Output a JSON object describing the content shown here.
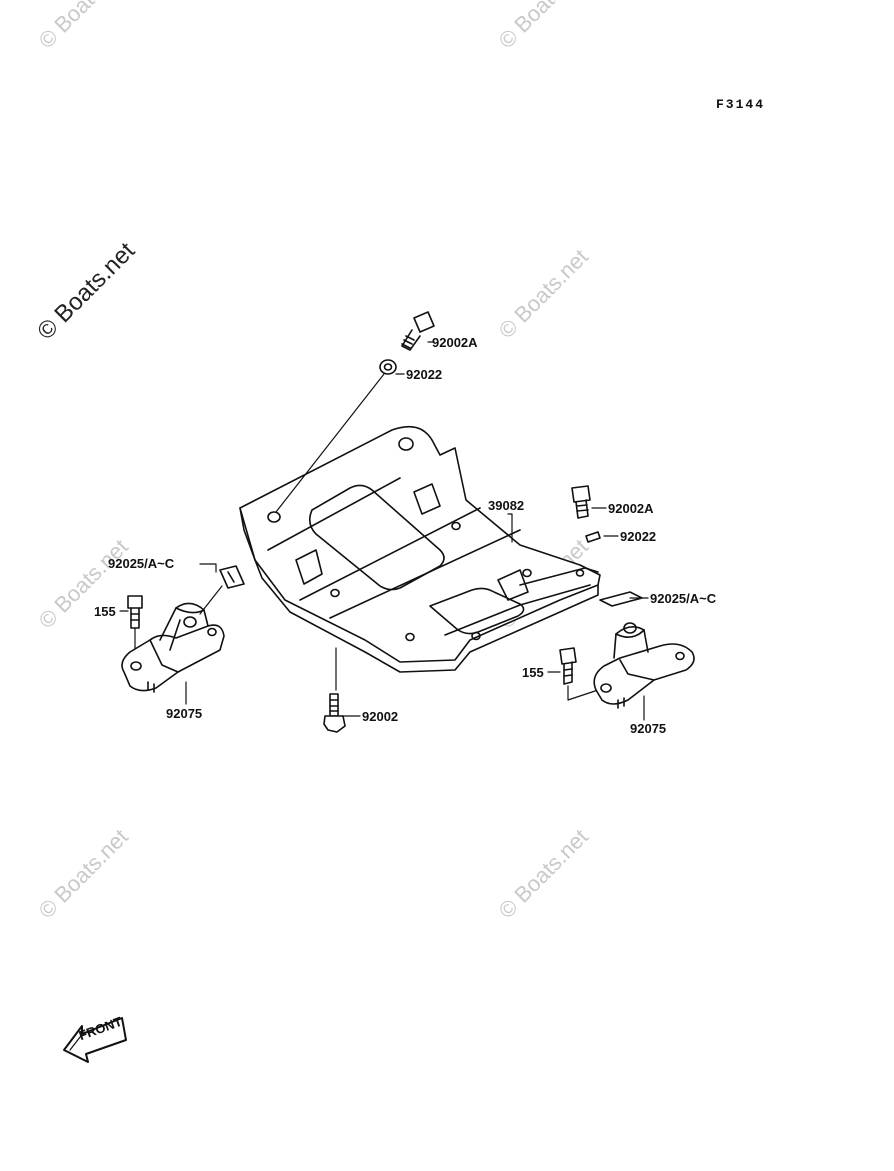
{
  "figure_code": "F3144",
  "watermark_text": "© Boats.net",
  "parts": {
    "bolt_top": "92002A",
    "washer_top": "92022",
    "plate": "39082",
    "bolt_right": "92002A",
    "washer_right": "92022",
    "spring_left": "92025/A~C",
    "bolt_left_small": "155",
    "mount_left": "92075",
    "bolt_bottom": "92002",
    "spring_right": "92025/A~C",
    "bolt_right_small": "155",
    "mount_right": "92075"
  },
  "front_label": "FRONT",
  "colors": {
    "line": "#111111",
    "watermark": "#c9c9c9",
    "background": "#ffffff"
  }
}
